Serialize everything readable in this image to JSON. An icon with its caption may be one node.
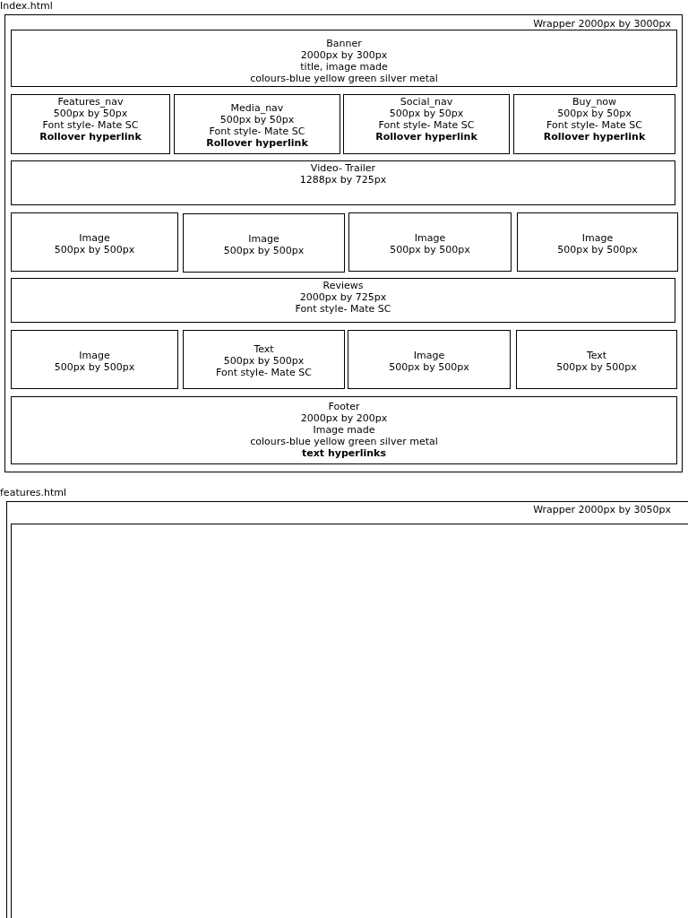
{
  "diagram": {
    "nodes": [
      {
        "text": [
          "Index.html",
          "Wrapper 2000px by 3000px"
        ]
      },
      {
        "text": [
          "Banner",
          "2000px by 300px",
          "title, image made",
          "colours-blue yellow green silver metal"
        ],
        "in": 0
      },
      {
        "text": [
          "Features_nav",
          "500px by 50px",
          "Font style- Mate SC",
          "Rollover hyperlink"
        ],
        "in": 0
      },
      {
        "text": [
          "Media_nav",
          "500px by 50px",
          "Font style- Mate SC",
          "Rollover hyperlink"
        ],
        "in": 0
      },
      {
        "text": [
          "Social_nav",
          "500px by 50px",
          "Font style- Mate SC",
          "Rollover hyperlink"
        ],
        "in": 0
      },
      {
        "text": [
          "Buy_now",
          "500px by 50px",
          "Font style- Mate SC",
          "Rollover hyperlink"
        ],
        "in": 0
      },
      {
        "text": [
          "Video- Trailer",
          "1288px by 725px"
        ],
        "in": 0
      },
      {
        "text": [
          "Image",
          "500px by 500px"
        ],
        "in": 0
      },
      {
        "text": [
          "Image",
          "500px by 500px"
        ],
        "in": 0
      },
      {
        "text": [
          "Image",
          "500px by 500px"
        ],
        "in": 0
      },
      {
        "text": [
          "Image",
          "500px by 500px"
        ],
        "in": 0
      },
      {
        "text": [
          "Reviews",
          "2000px by 725px",
          "Font style- Mate SC"
        ],
        "in": 0
      },
      {
        "text": [
          "Image",
          "500px by 500px"
        ],
        "in": 0
      },
      {
        "text": [
          "Text",
          "500px by 500px",
          "Font style- Mate SC"
        ],
        "in": 0
      },
      {
        "text": [
          "Image",
          "500px by 500px"
        ],
        "in": 0
      },
      {
        "text": [
          "Text",
          "500px by 500px"
        ],
        "in": 0
      },
      {
        "text": [
          "Footer",
          "2000px by 200px",
          "Image made",
          "colours-blue yellow green silver metal",
          "text hyperlinks"
        ],
        "in": 0
      },
      {
        "text": [
          "features.html",
          "Wrapper 2000px by 3050px"
        ]
      },
      {
        "text": [],
        "shape": "box",
        "in": 17
      }
    ]
  }
}
